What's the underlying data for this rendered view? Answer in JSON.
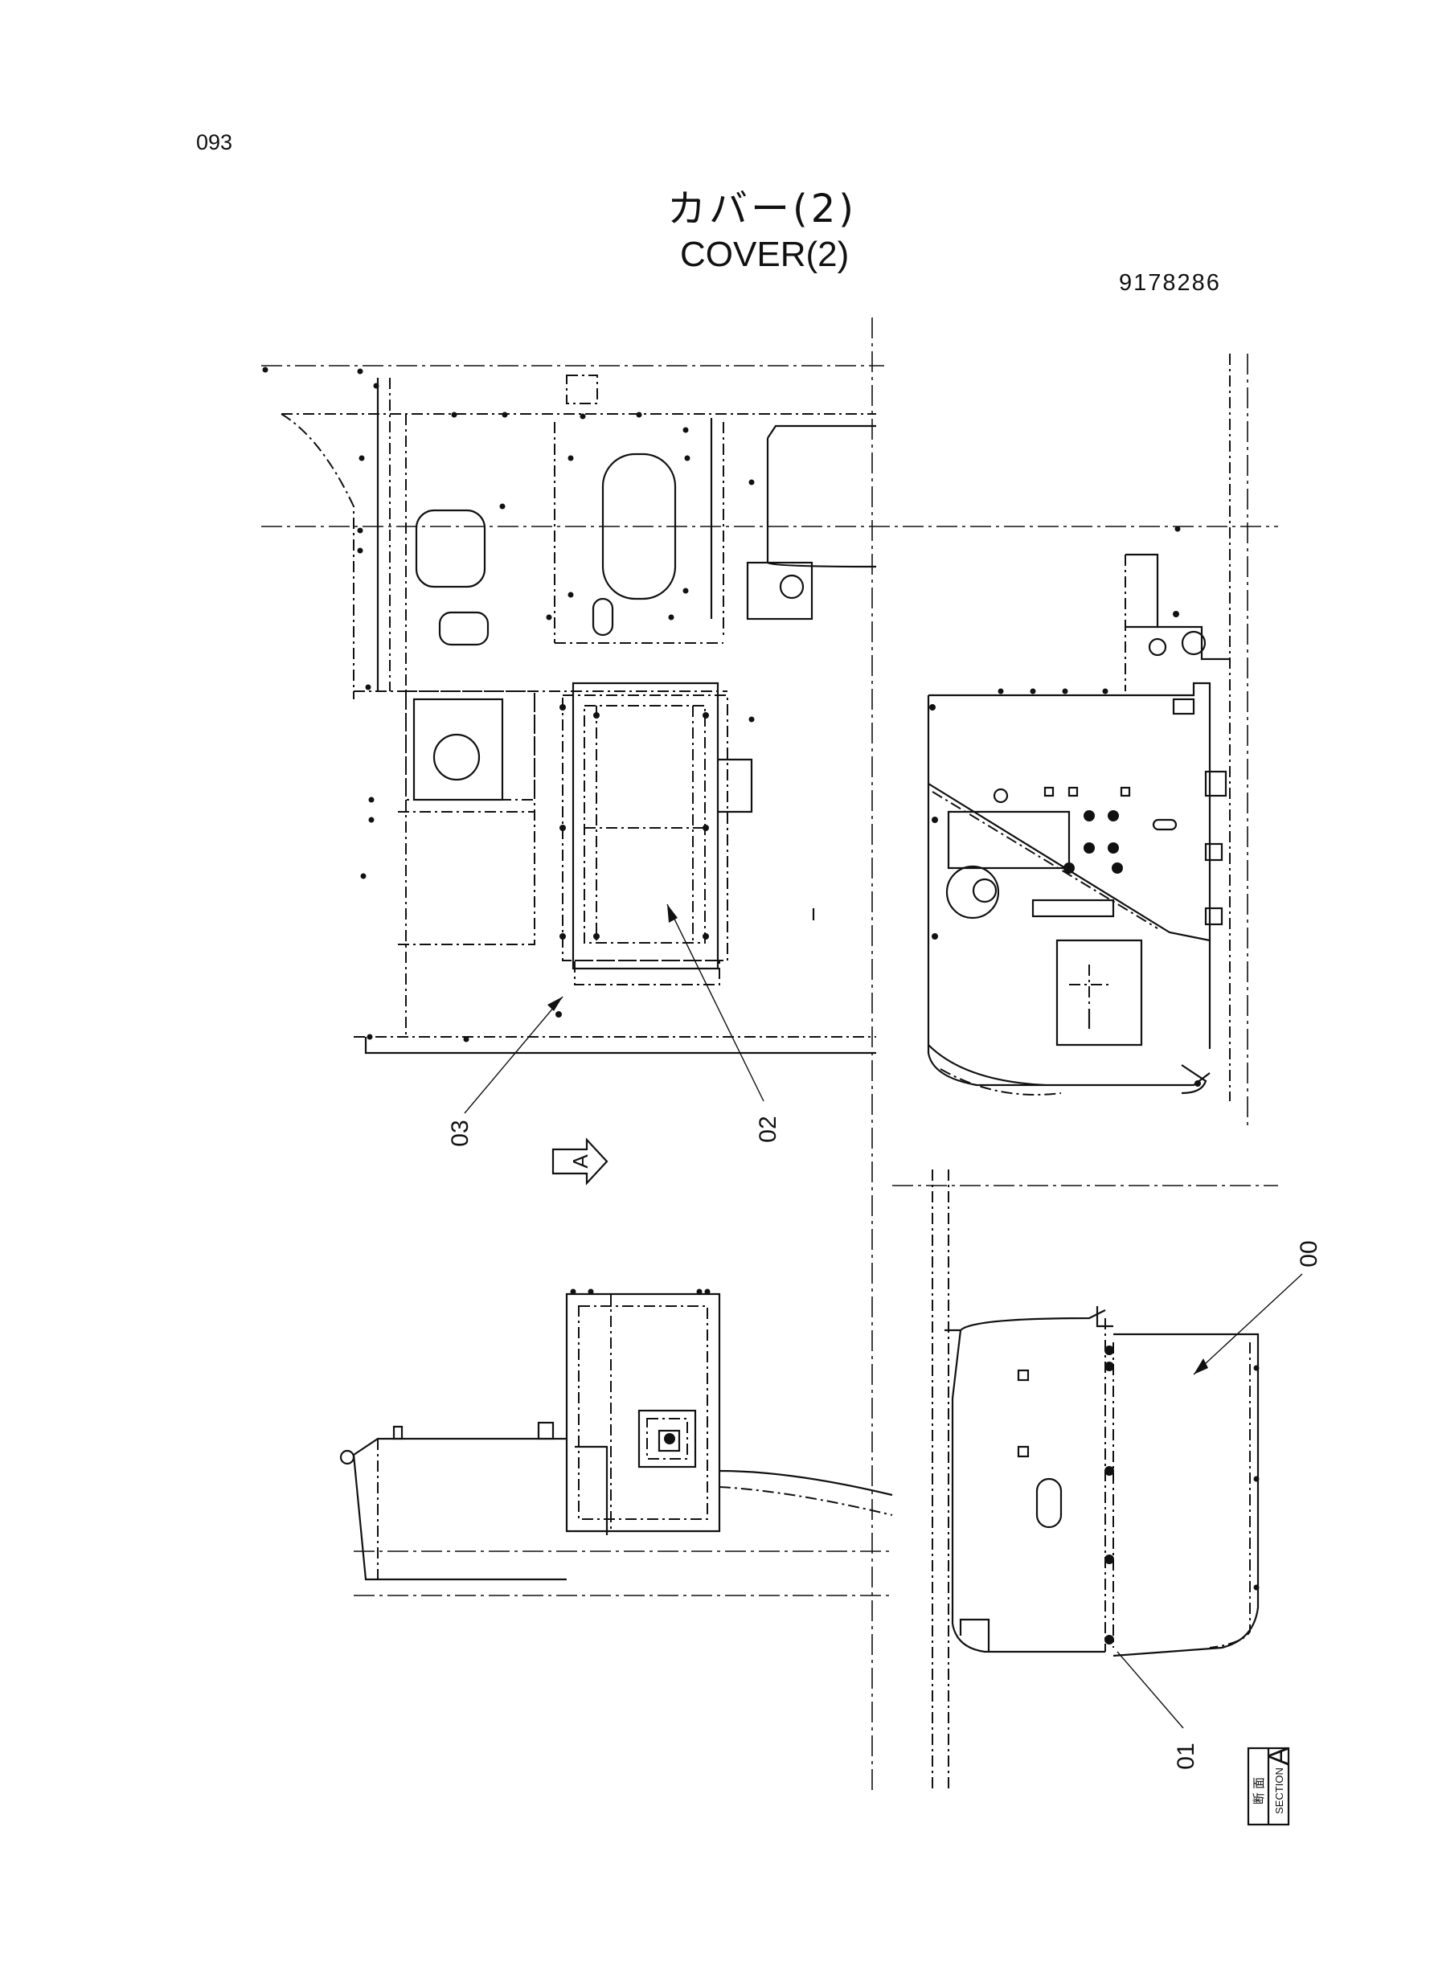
{
  "header": {
    "page_number": "093",
    "title_jp": "カバー(2)",
    "title_en": "COVER(2)",
    "part_number": "9178286"
  },
  "callouts": {
    "c00": "00",
    "c01": "01",
    "c02": "02",
    "c03": "03"
  },
  "view_marker": {
    "letter": "A"
  },
  "section_label": {
    "kanji": "断 面",
    "english": "SECTION",
    "letter": "A"
  }
}
